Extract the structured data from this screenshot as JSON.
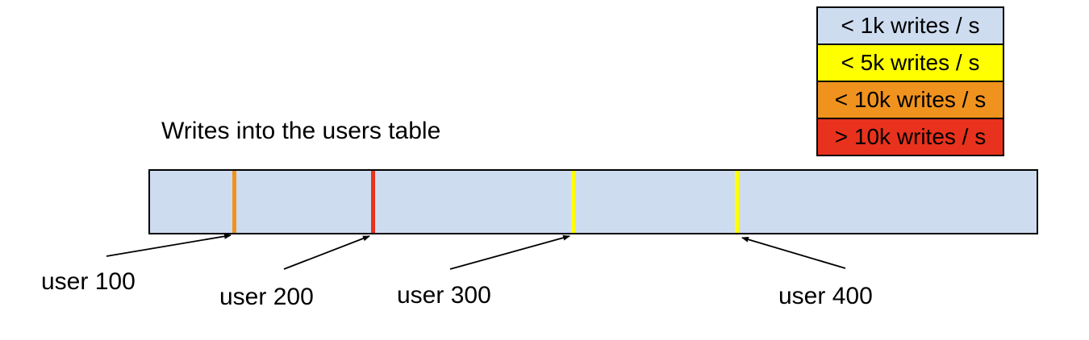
{
  "title": "Writes into the users table",
  "colors": {
    "bar_fill": "#cedcf0",
    "yellow": "#ffff00",
    "orange": "#f0931e",
    "red": "#e8321d",
    "border": "#000000"
  },
  "legend": {
    "items": [
      {
        "label": "< 1k writes / s",
        "color": "#cedcf0"
      },
      {
        "label": "< 5k writes / s",
        "color": "#ffff00"
      },
      {
        "label": "< 10k writes / s",
        "color": "#f0931e"
      },
      {
        "label": "> 10k writes / s",
        "color": "#e8321d"
      }
    ]
  },
  "bar": {
    "fill": "#cedcf0",
    "markers": [
      {
        "user": "user 100",
        "color": "#f0931e"
      },
      {
        "user": "user 200",
        "color": "#e8321d"
      },
      {
        "user": "user 300",
        "color": "#ffff00"
      },
      {
        "user": "user 400",
        "color": "#ffff00"
      }
    ]
  }
}
